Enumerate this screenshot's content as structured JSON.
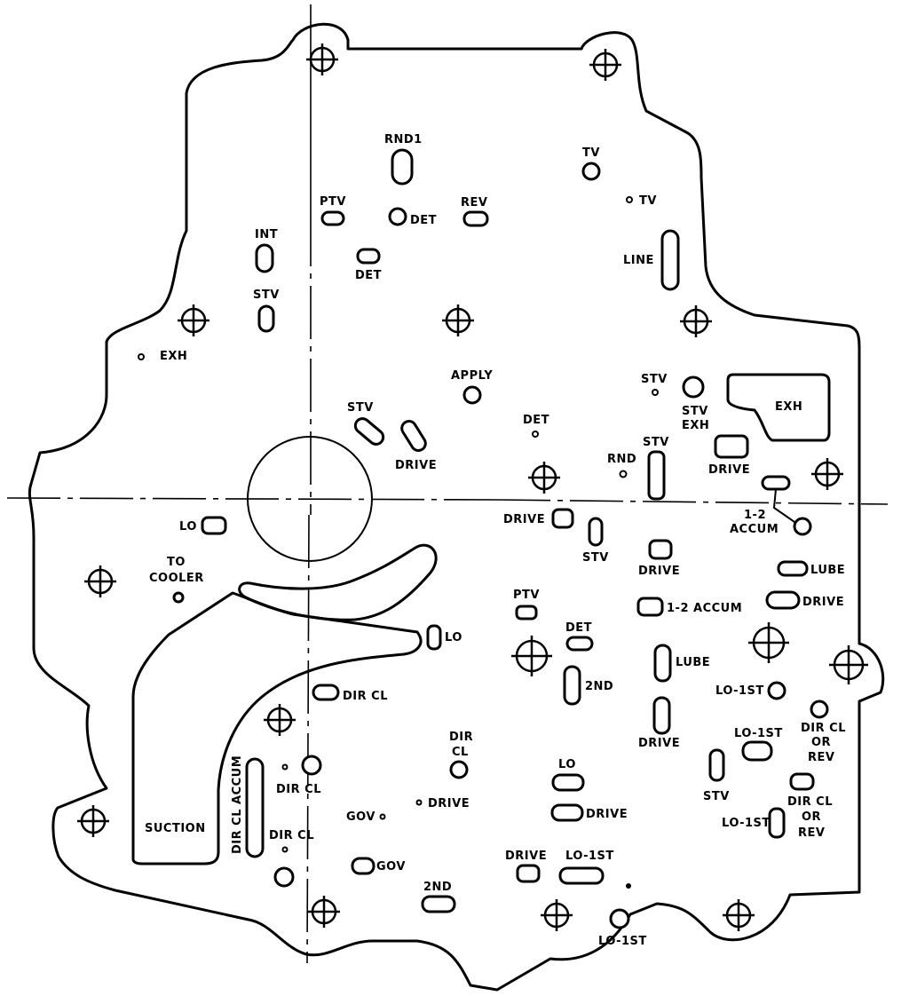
{
  "labels": {
    "rnd1": "RND1",
    "tv_top": "TV",
    "tv_small": "TV",
    "ptv_top": "PTV",
    "det_round": "DET",
    "rev": "REV",
    "int": "INT",
    "det_upper": "DET",
    "line": "LINE",
    "stv_left": "STV",
    "exh_left": "EXH",
    "apply": "APPLY",
    "stv_right": "STV",
    "stv_exh_1": "STV",
    "stv_exh_2": "EXH",
    "exh_pocket": "EXH",
    "stv_mid": "STV",
    "drive_mid": "DRIVE",
    "det_dot": "DET",
    "rnd": "RND",
    "stv_tall": "STV",
    "drive_right": "DRIVE",
    "lo_left": "LO",
    "drive_center": "DRIVE",
    "stv_center": "STV",
    "accum_12_a": "1-2",
    "accum_12_b": "ACCUM",
    "to_cooler_1": "TO",
    "to_cooler_2": "COOLER",
    "drive_c2": "DRIVE",
    "lube_top": "LUBE",
    "drive_r2": "DRIVE",
    "ptv_lower": "PTV",
    "accum_12_long": "1-2 ACCUM",
    "det_lower": "DET",
    "lo_mid": "LO",
    "lube_mid": "LUBE",
    "second_mid": "2ND",
    "dir_cl_upper": "DIR CL",
    "lo_1st_a": "LO-1ST",
    "dir_cl_or_rev_1a": "DIR CL",
    "dir_cl_or_rev_1b": "OR",
    "dir_cl_or_rev_1c": "REV",
    "drive_lower": "DRIVE",
    "lo_1st_b": "LO-1ST",
    "dir_mid_1": "DIR",
    "dir_mid_2": "CL",
    "lo_lower": "LO",
    "dir_cl_accum": "DIR CL ACCUM",
    "dir_cl_b": "DIR CL",
    "stv_lower": "STV",
    "dir_cl_or_rev_2a": "DIR CL",
    "dir_cl_or_rev_2b": "OR",
    "dir_cl_or_rev_2c": "REV",
    "suction": "SUCTION",
    "gov_1": "GOV",
    "drive_dot": "DRIVE",
    "drive_bottom": "DRIVE",
    "lo_1st_c": "LO-1ST",
    "dir_cl_c": "DIR CL",
    "gov_2": "GOV",
    "second_bottom": "2ND",
    "lo_1st_bottom": "LO-1ST"
  }
}
